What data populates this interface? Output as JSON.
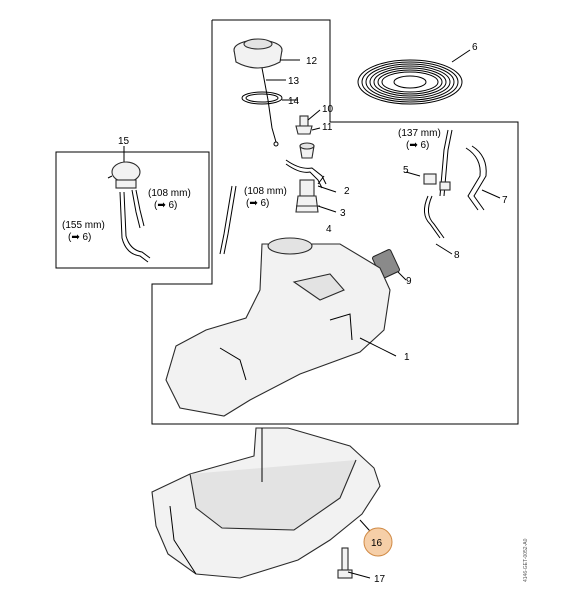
{
  "callouts": [
    {
      "id": "1",
      "text": "1"
    },
    {
      "id": "2",
      "text": "2"
    },
    {
      "id": "3",
      "text": "3"
    },
    {
      "id": "4",
      "text": "4"
    },
    {
      "id": "5",
      "text": "5"
    },
    {
      "id": "6",
      "text": "6"
    },
    {
      "id": "7",
      "text": "7"
    },
    {
      "id": "8",
      "text": "8"
    },
    {
      "id": "9",
      "text": "9"
    },
    {
      "id": "10",
      "text": "10"
    },
    {
      "id": "11",
      "text": "11"
    },
    {
      "id": "12",
      "text": "12"
    },
    {
      "id": "13",
      "text": "13"
    },
    {
      "id": "14",
      "text": "14"
    },
    {
      "id": "15",
      "text": "15"
    },
    {
      "id": "16",
      "text": "16"
    },
    {
      "id": "17",
      "text": "17"
    }
  ],
  "notes": {
    "hose_137_len": "(137 mm)",
    "hose_137_ref": "(➡ 6)",
    "hose_108_len_a": "(108 mm)",
    "hose_108_ref_a": "(➡ 6)",
    "hose_108_len_b": "(108 mm)",
    "hose_108_ref_b": "(➡ 6)",
    "hose_155_len": "(155 mm)",
    "hose_155_ref": "(➡ 6)"
  },
  "doc_code": "4146-GET-0052-A0",
  "highlight_color": "#f6cfa8"
}
